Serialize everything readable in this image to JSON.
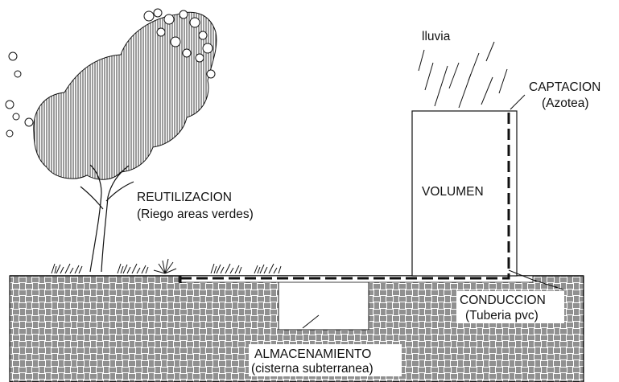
{
  "labels": {
    "rain": "lluvia",
    "capture_title": "CAPTACION",
    "capture_sub": "(Azotea)",
    "volume": "VOLUMEN",
    "reuse_title": "REUTILIZACION",
    "reuse_sub": "(Riego areas verdes)",
    "conduction_title": "CONDUCCION",
    "conduction_sub": "(Tuberia pvc)",
    "storage_title": "ALMACENAMIENTO",
    "storage_sub": "(cisterna subterranea)"
  },
  "colors": {
    "ink": "#111111",
    "paper": "#ffffff"
  }
}
